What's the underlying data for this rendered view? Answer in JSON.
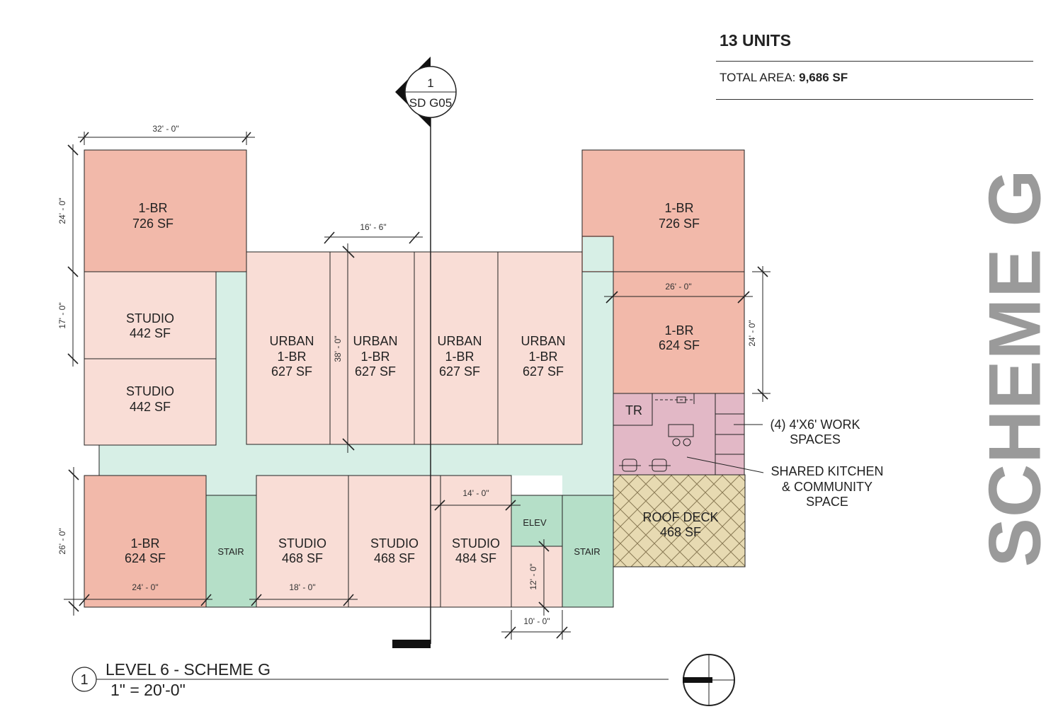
{
  "header": {
    "units": "13 UNITS",
    "area_label": "TOTAL AREA:",
    "area_value": "9,686 SF"
  },
  "scheme_title": "SCHEME G",
  "section_marker": {
    "number": "1",
    "sheet": "SD G05"
  },
  "view": {
    "number": "1",
    "title": "LEVEL 6 - SCHEME G",
    "scale": "1\" = 20'-0\""
  },
  "rooms": {
    "nw_1br": {
      "type": "1-BR",
      "area": "726 SF"
    },
    "studio_w1": {
      "type": "STUDIO",
      "area": "442 SF"
    },
    "studio_w2": {
      "type": "STUDIO",
      "area": "442 SF"
    },
    "urban": [
      {
        "l1": "URBAN",
        "l2": "1-BR",
        "l3": "627 SF"
      },
      {
        "l1": "URBAN",
        "l2": "1-BR",
        "l3": "627 SF"
      },
      {
        "l1": "URBAN",
        "l2": "1-BR",
        "l3": "627 SF"
      },
      {
        "l1": "URBAN",
        "l2": "1-BR",
        "l3": "627 SF"
      }
    ],
    "ne_1br": {
      "type": "1-BR",
      "area": "726 SF"
    },
    "e_1br": {
      "type": "1-BR",
      "area": "624 SF"
    },
    "sw_1br": {
      "type": "1-BR",
      "area": "624 SF"
    },
    "stair_w": "STAIR",
    "studio_s1": {
      "type": "STUDIO",
      "area": "468 SF"
    },
    "studio_s2": {
      "type": "STUDIO",
      "area": "468 SF"
    },
    "studio_s3": {
      "type": "STUDIO",
      "area": "484 SF"
    },
    "elev": "ELEV",
    "stair_e": "STAIR",
    "tr": "TR",
    "roof_deck": {
      "type": "ROOF DECK",
      "area": "468 SF"
    }
  },
  "dimensions": {
    "d_32": "32' - 0\"",
    "d_24_left": "24' - 0\"",
    "d_17": "17' - 0\"",
    "d_16_6": "16' - 6\"",
    "d_38": "38' - 0\"",
    "d_26_e": "26' - 0\"",
    "d_24_e": "24' - 0\"",
    "d_26_sw": "26' - 0\"",
    "d_24_sw": "24' - 0\"",
    "d_18": "18' - 0\"",
    "d_14": "14' - 0\"",
    "d_12": "12' - 0\"",
    "d_10": "10' - 0\""
  },
  "annotations": {
    "work_1": "(4) 4'X6' WORK",
    "work_2": "SPACES",
    "kitchen_1": "SHARED KITCHEN",
    "kitchen_2": "& COMMUNITY",
    "kitchen_3": "SPACE"
  },
  "colors": {
    "one_br": "#f2b9aa",
    "studio": "#f9ddd6",
    "corridor": "#d7efe6",
    "stair": "#b5dfc8",
    "community": "#e2b8c6",
    "roof_deck": "#e7dab2",
    "title_grey": "#9a9a9a"
  }
}
